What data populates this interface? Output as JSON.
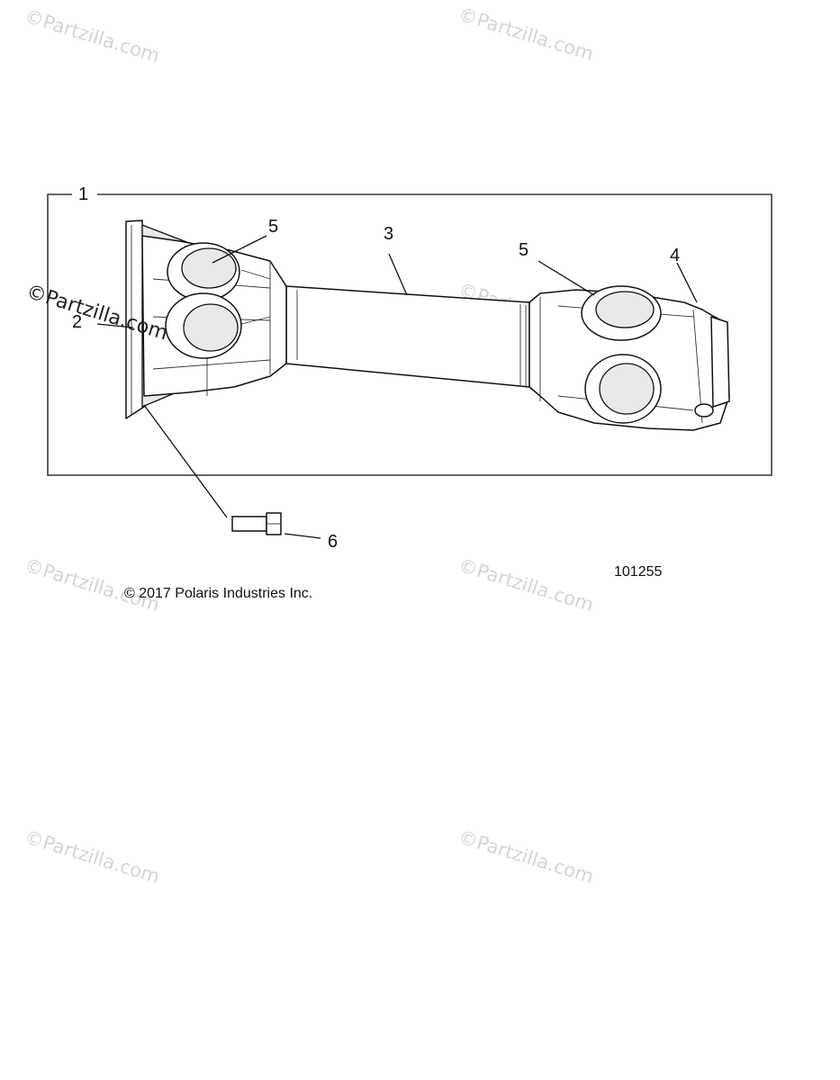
{
  "callouts": {
    "c1": "1",
    "c2": "2",
    "c3": "3",
    "c4": "4",
    "c5a": "5",
    "c5b": "5",
    "c6": "6"
  },
  "figure_number": "101255",
  "copyright": "© 2017 Polaris Industries Inc.",
  "watermark": {
    "text": "©Partzilla.com",
    "overlay_text": "©Partzilla.com"
  },
  "colors": {
    "line": "#111111",
    "watermark": "#d4d4d4"
  }
}
